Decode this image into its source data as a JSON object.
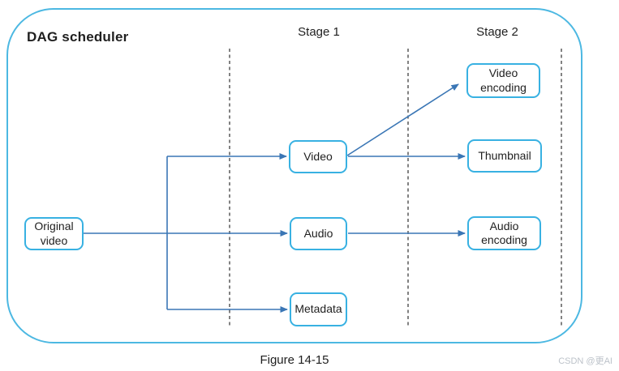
{
  "diagram": {
    "title": "DAG scheduler",
    "stages": [
      {
        "label": "Stage 1"
      },
      {
        "label": "Stage 2"
      }
    ],
    "nodes": [
      {
        "id": "original-video",
        "label": "Original video",
        "stage": "source"
      },
      {
        "id": "video",
        "label": "Video",
        "stage": "Stage 1"
      },
      {
        "id": "audio",
        "label": "Audio",
        "stage": "Stage 1"
      },
      {
        "id": "metadata",
        "label": "Metadata",
        "stage": "Stage 1"
      },
      {
        "id": "video-encoding",
        "label": "Video encoding",
        "stage": "Stage 2"
      },
      {
        "id": "thumbnail",
        "label": "Thumbnail",
        "stage": "Stage 2"
      },
      {
        "id": "audio-encoding",
        "label": "Audio encoding",
        "stage": "Stage 2"
      }
    ],
    "edges": [
      {
        "from": "original-video",
        "to": "video"
      },
      {
        "from": "original-video",
        "to": "audio"
      },
      {
        "from": "original-video",
        "to": "metadata"
      },
      {
        "from": "video",
        "to": "video-encoding"
      },
      {
        "from": "video",
        "to": "thumbnail"
      },
      {
        "from": "audio",
        "to": "audio-encoding"
      }
    ]
  },
  "caption": "Figure 14-15",
  "watermark": "CSDN @更AI",
  "colors": {
    "container_border": "#4cb8e2",
    "node_border": "#38b1e2",
    "arrow": "#3a76b5",
    "dashed_separator": "#4d4d4d",
    "text": "#1f1f1f",
    "watermark": "#bcc2c9"
  }
}
